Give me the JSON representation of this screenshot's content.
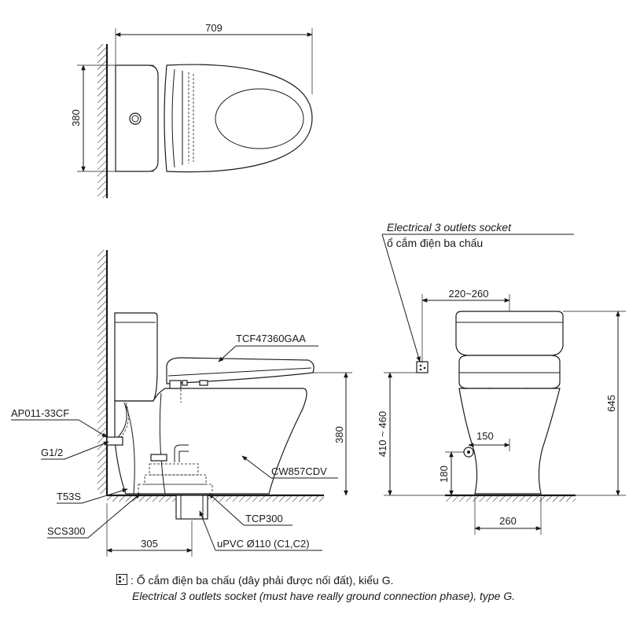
{
  "top_view": {
    "dim_length": "709",
    "dim_width": "380"
  },
  "side_view": {
    "model_seat": "TCF47360GAA",
    "model_bowl": "CW857CDV",
    "part_valve": "AP011-33CF",
    "part_thread": "G1/2",
    "part_t53s": "T53S",
    "part_scs": "SCS300",
    "part_tcp": "TCP300",
    "pipe": "uPVC Ø110 (C1,C2)",
    "dim_height_seat": "380",
    "dim_rough_in": "305"
  },
  "front_view": {
    "socket_title": "Electrical 3 outlets socket",
    "socket_title_vi": "ổ cắm điện ba chấu",
    "dim_socket_offset": "220~260",
    "dim_socket_height": "410 ~ 460",
    "dim_total_height": "645",
    "dim_supply_offset": "150",
    "dim_supply_height": "180",
    "dim_base_width": "260"
  },
  "footnote": {
    "line_vi": ": Ổ cắm điện ba chấu (dây phải được nối đất), kiểu G.",
    "line_en": "Electrical 3 outlets socket (must have really ground connection phase), type G."
  }
}
